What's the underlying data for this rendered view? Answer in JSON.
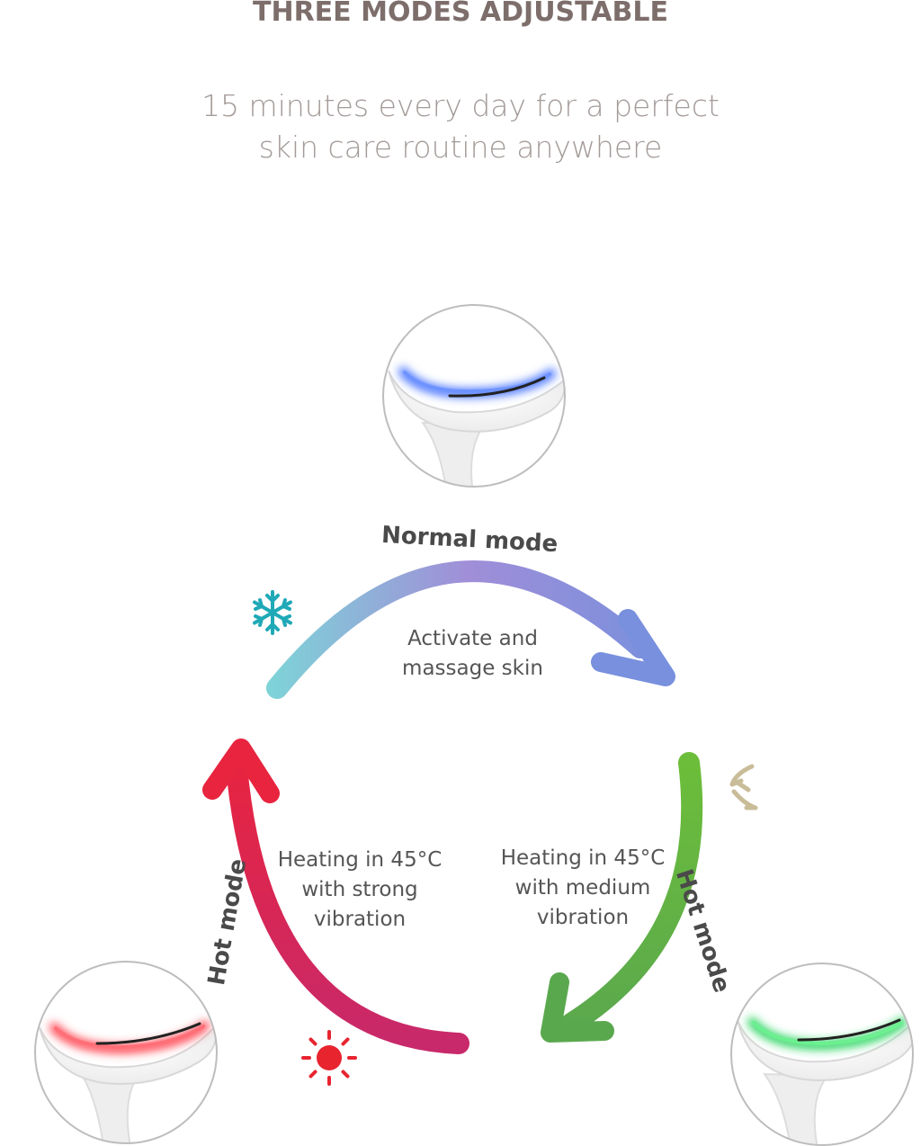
{
  "header": {
    "title": "THREE MODES ADJUSTABLE",
    "subtitle_line1": "15 minutes every day for a perfect",
    "subtitle_line2": "skin care routine anywhere"
  },
  "modes": [
    {
      "label": "Normal mode",
      "desc_lines": [
        "Activate and",
        "massage skin"
      ],
      "led_color": "#3c6cff",
      "icon": "snowflake-icon",
      "icon_color": "#1fa9b7"
    },
    {
      "label": "Hot mode",
      "desc_lines": [
        "Heating in 45°C",
        "with medium",
        "vibration"
      ],
      "led_color": "#22d35a",
      "icon": "vibration-icon",
      "icon_color": "#c9bc98"
    },
    {
      "label": "Hot mode",
      "desc_lines": [
        "Heating in 45°C",
        "with strong",
        "vibration"
      ],
      "led_color": "#ff3c4a",
      "icon": "sun-icon",
      "icon_color": "#e8242f"
    }
  ],
  "colors": {
    "title": "#7d6e6b",
    "normal_arc_start": "#7ed3d8",
    "normal_arc_mid": "#9b8fd6",
    "normal_arc_end": "#7890dd",
    "green_arc": "#63b24a",
    "red_arc_start": "#c8296a",
    "red_arc_end": "#e8243f"
  }
}
